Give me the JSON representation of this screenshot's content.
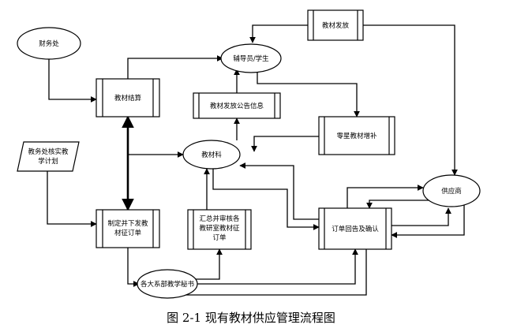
{
  "nodes": {
    "finance": "财务处",
    "settlement": "教材结算",
    "counselor": "辅导员/学生",
    "notice": "教材发放公告信息",
    "distribution": "教材发放",
    "retail": "零星教材增补",
    "academic": [
      "教务处核实教",
      "学计划"
    ],
    "materials": "教材科",
    "supplier": "供应商",
    "ordering": [
      "制定并下发教",
      "材征订单"
    ],
    "summary": [
      "汇总并审核各",
      "教研室教材征",
      "订单"
    ],
    "confirm": "订单回告及确认",
    "secretary": "各大系部教学秘书"
  },
  "caption": "图 2-1 现有教材供应管理流程图"
}
